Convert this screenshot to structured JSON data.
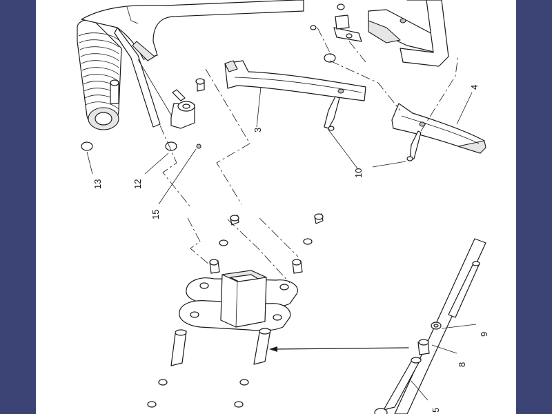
{
  "colors": {
    "background": "#3b4475",
    "sheet": "#ffffff",
    "ink": "#1a1a1a"
  },
  "callouts": {
    "c3": "3",
    "c4": "4",
    "c5": "5",
    "c8": "8",
    "c9": "9",
    "c10": "10",
    "c12": "12",
    "c13": "13",
    "c15": "15"
  }
}
